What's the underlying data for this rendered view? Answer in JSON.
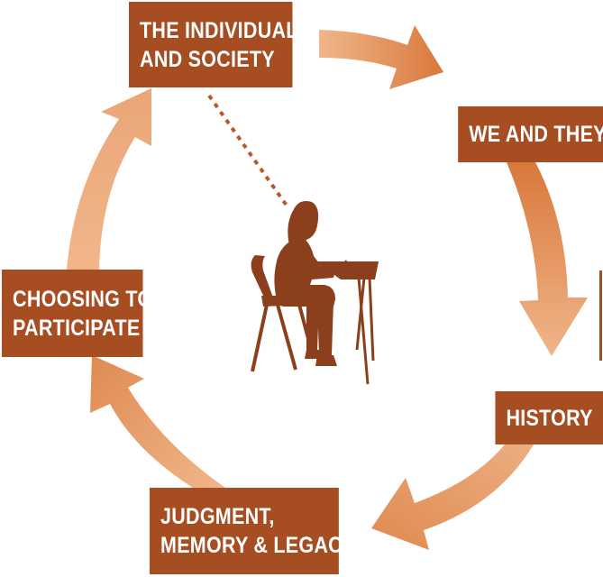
{
  "nodes": {
    "individual": {
      "lines": [
        "THE INDIVIDUAL",
        "AND SOCIETY"
      ]
    },
    "we_they": {
      "lines": [
        "WE AND THEY"
      ]
    },
    "history": {
      "lines": [
        "HISTORY"
      ]
    },
    "judgment": {
      "lines": [
        "JUDGMENT,",
        "MEMORY & LEGACY"
      ]
    },
    "choosing": {
      "lines": [
        "CHOOSING TO",
        "PARTICIPATE"
      ]
    }
  },
  "colors": {
    "box": "#a64d22",
    "arrow_light": "#f0b68a",
    "arrow_dark": "#d9783b",
    "figure": "#8c3f1c",
    "dotted_line": "#b85a26"
  },
  "icons": {
    "center": "student-at-desk-icon"
  }
}
